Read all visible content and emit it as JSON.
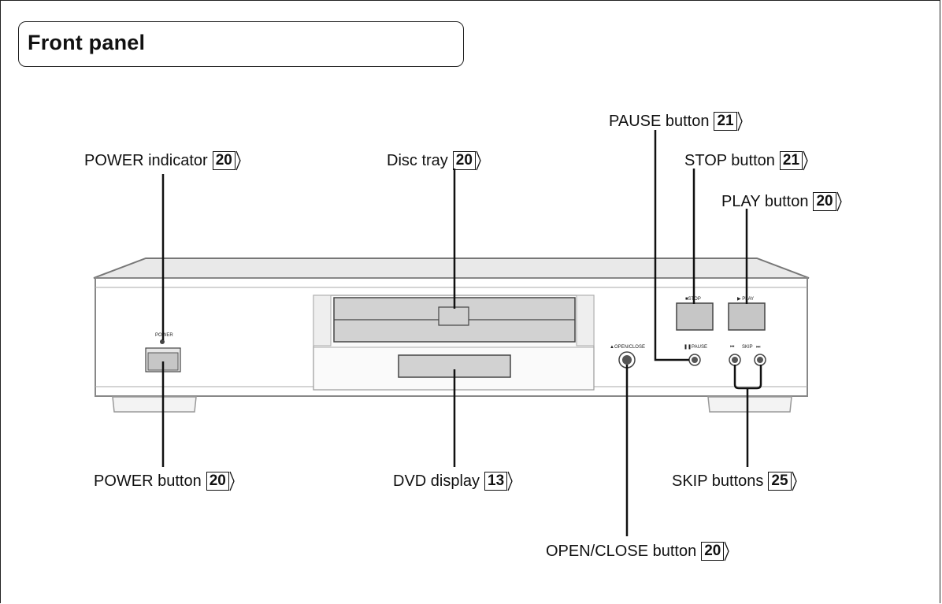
{
  "title": "Front panel",
  "panel_labels": {
    "power": "POWER",
    "open_close": "▲OPEN/CLOSE",
    "stop": "■STOP",
    "play": "▶ PLAY",
    "pause": "❚❚PAUSE",
    "skip_prev": "⏮",
    "skip": "SKIP",
    "skip_next": "⏭"
  },
  "callouts": {
    "power_indicator": {
      "text": "POWER indicator",
      "ref": "20"
    },
    "disc_tray": {
      "text": "Disc tray",
      "ref": "20"
    },
    "pause_button": {
      "text": "PAUSE button",
      "ref": "21"
    },
    "stop_button": {
      "text": "STOP button",
      "ref": "21"
    },
    "play_button": {
      "text": "PLAY button",
      "ref": "20"
    },
    "power_button": {
      "text": "POWER button",
      "ref": "20"
    },
    "dvd_display": {
      "text": "DVD display",
      "ref": "13"
    },
    "skip_buttons": {
      "text": "SKIP buttons",
      "ref": "25"
    },
    "open_close_button": {
      "text": "OPEN/CLOSE button",
      "ref": "20"
    }
  }
}
